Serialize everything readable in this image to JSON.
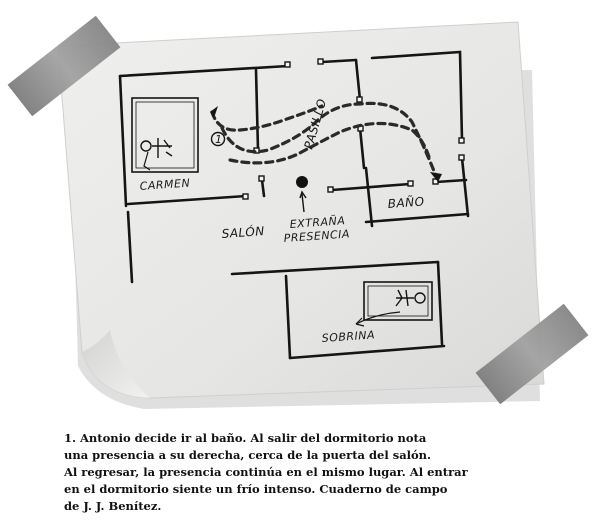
{
  "labels": {
    "number": "1",
    "pasillo": "PASILLO",
    "carmen": "CARMEN",
    "salon": "SALÓN",
    "presencia_1": "EXTRAÑA",
    "presencia_2": "PRESENCIA",
    "bano": "BAÑO",
    "sobrina": "SOBRINA"
  },
  "caption": {
    "lines": [
      "1. Antonio decide ir al baño. Al salir del dormitorio nota",
      "una presencia a su derecha, cerca de la puerta del salón.",
      "Al regresar, la presencia continúa en el mismo lugar. Al entrar",
      "en el dormitorio siente un frío intenso. Cuaderno de campo",
      "de J. J. Benítez."
    ]
  },
  "colors": {
    "paper": "#e9e9e7",
    "tape": "#8e8e8e",
    "ink": "#151515",
    "shadow": "#b8b8b8"
  }
}
